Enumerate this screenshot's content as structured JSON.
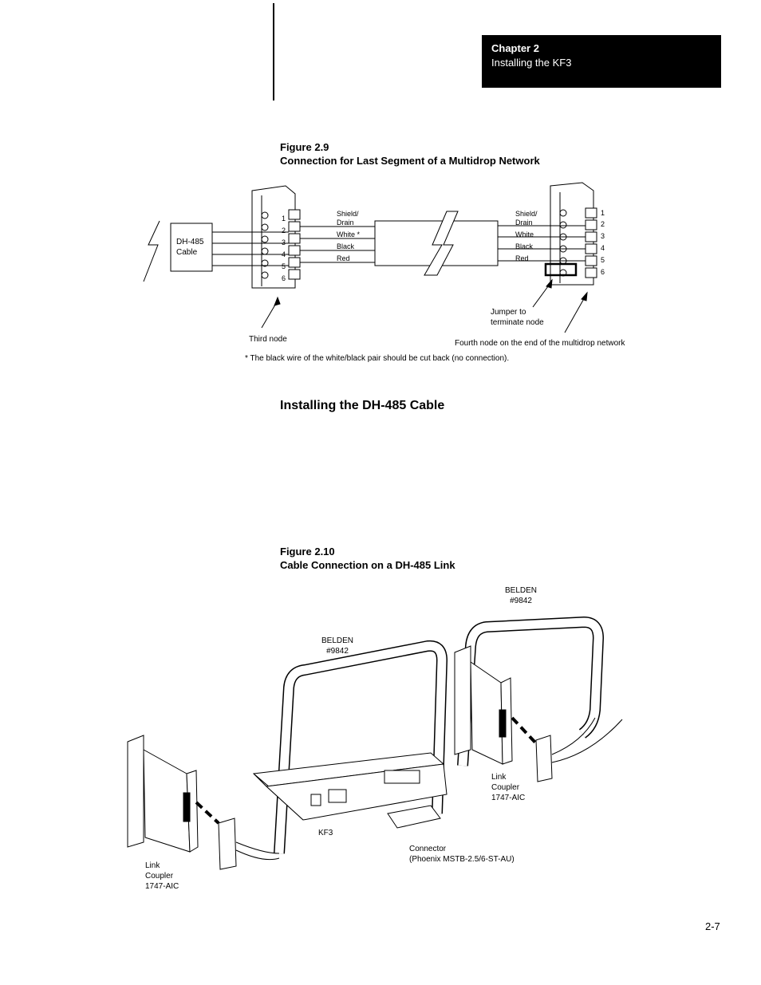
{
  "header": {
    "chapter_label": "Chapter 2",
    "chapter_title": "Installing the KF3"
  },
  "figure_2_9": {
    "number": "Figure 2.9",
    "caption": "Connection for Last Segment of a Multidrop Network",
    "cable_label_line1": "DH-485",
    "cable_label_line2": "Cable",
    "left_terminals": [
      "1",
      "2",
      "3",
      "4",
      "5",
      "6"
    ],
    "right_terminals": [
      "1",
      "2",
      "3",
      "4",
      "5",
      "6"
    ],
    "left_wires": [
      "Shield/",
      "Drain",
      "White *",
      "Black",
      "Red"
    ],
    "right_wires": [
      "Shield/",
      "Drain",
      "White",
      "Black",
      "Red"
    ],
    "jumper_label_line1": "Jumper to",
    "jumper_label_line2": "terminate node",
    "third_node_label": "Third node",
    "fourth_node_label": "Fourth node on the end of the multidrop network",
    "footnote": "* The black wire of the white/black pair should be cut back (no connection)."
  },
  "section_heading": "Installing the DH-485 Cable",
  "figure_2_10": {
    "number": "Figure 2.10",
    "caption": "Cable Connection on a DH-485 Link",
    "belden_right_line1": "BELDEN",
    "belden_right_line2": "#9842",
    "belden_left_line1": "BELDEN",
    "belden_left_line2": "#9842",
    "right_coupler_line1": "Link",
    "right_coupler_line2": "Coupler",
    "right_coupler_line3": "1747-AIC",
    "left_coupler_line1": "Link",
    "left_coupler_line2": "Coupler",
    "left_coupler_line3": "1747-AIC",
    "kf3_label": "KF3",
    "connector_line1": "Connector",
    "connector_line2": "(Phoenix MSTB-2.5/6-ST-AU)"
  },
  "page_number": "2-7"
}
